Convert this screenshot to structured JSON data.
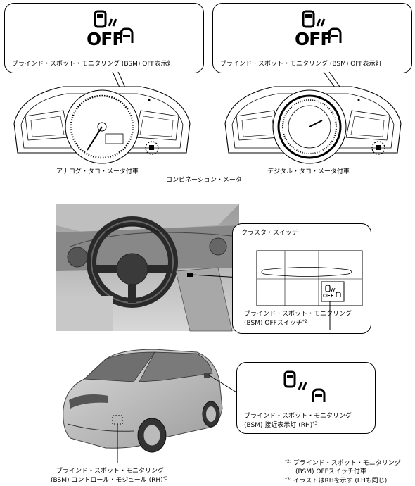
{
  "top": {
    "left_callout_label": "ブラインド・スポット・モニタリング (BSM) OFF表示灯",
    "right_callout_label": "ブラインド・スポット・モニタリング (BSM) OFF表示灯",
    "indicator_text": "OFF",
    "analog_caption": "アナログ・タコ・メータ付車",
    "digital_caption": "デジタル・タコ・メータ付車",
    "cluster_caption": "コンビネーション・メータ"
  },
  "middle": {
    "callout_title": "クラスタ・スイッチ",
    "switch_text": "OFF",
    "switch_label_line1": "ブラインド・スポット・モニタリング",
    "switch_label_line2": "(BSM) OFFスイッチ",
    "switch_label_sup": "*2"
  },
  "bottom": {
    "approach_label_line1": "ブラインド・スポット・モニタリング",
    "approach_label_line2": "(BSM) 接近表示灯 (RH)",
    "approach_label_sup": "*3",
    "module_label_line1": "ブラインド・スポット・モニタリング",
    "module_label_line2": "(BSM) コントロール・モジュール (RH)",
    "module_label_sup": "*3"
  },
  "notes": {
    "note2_mark": "*2:",
    "note2_line1": "ブラインド・スポット・モニタリング",
    "note2_line2": "(BSM) OFFスイッチ付車",
    "note3_mark": "*3:",
    "note3_text": "イラストはRHを示す (LHも同じ)"
  }
}
